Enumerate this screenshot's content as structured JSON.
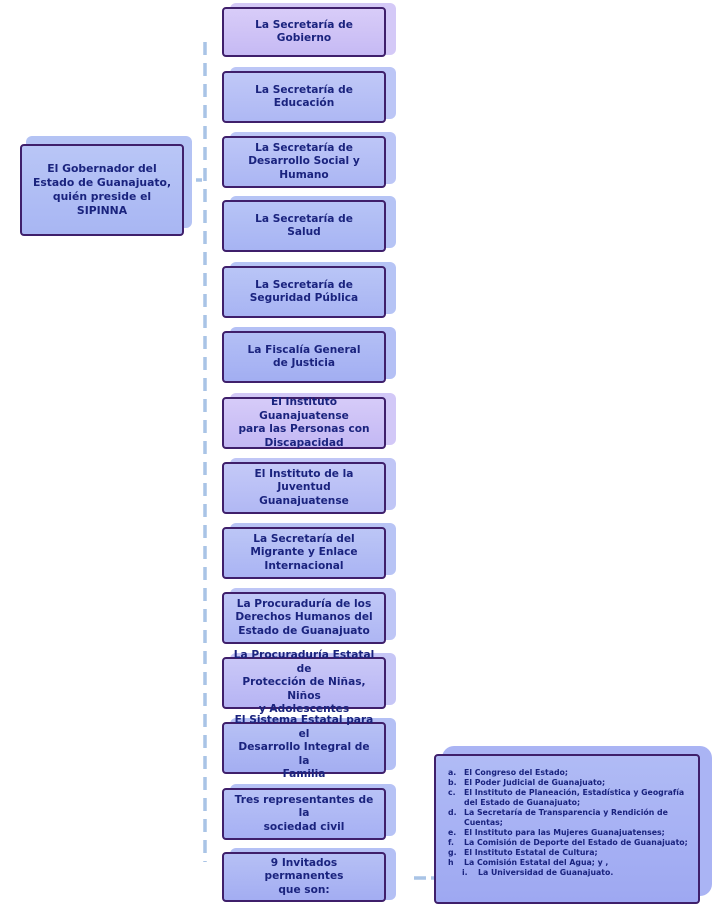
{
  "governor": {
    "text": "El Gobernador del Estado de Guanajuato, quién preside el SIPINNA"
  },
  "members": [
    {
      "text": "La Secretaría de\nGobierno"
    },
    {
      "text": "La Secretaría de\nEducación"
    },
    {
      "text": "La Secretaría de\nDesarrollo Social y\nHumano"
    },
    {
      "text": "La Secretaría de\nSalud"
    },
    {
      "text": "La Secretaría de\nSeguridad Pública"
    },
    {
      "text": "La Fiscalía General\nde Justicia"
    },
    {
      "text": "El Instituto Guanajuatense\npara las Personas con\nDiscapacidad"
    },
    {
      "text": "El Instituto de la\nJuventud Guanajuatense"
    },
    {
      "text": "La Secretaría del\nMigrante y Enlace\nInternacional"
    },
    {
      "text": "La Procuraduría de los\nDerechos Humanos del\nEstado de Guanajuato"
    },
    {
      "text": "La Procuraduría Estatal de\nProtección de Niñas, Niños\ny Adolescentes"
    },
    {
      "text": "El Sistema Estatal para el\nDesarrollo Integral de la\nFamilia"
    },
    {
      "text": "Tres representantes de la\nsociedad civil"
    },
    {
      "text": "9 Invitados permanentes\nque son:"
    }
  ],
  "invitees": [
    {
      "mark": "a.",
      "text": "El Congreso del Estado;"
    },
    {
      "mark": "b.",
      "text": "El Poder Judicial de Guanajuato;"
    },
    {
      "mark": "c.",
      "text": "El Instituto de Planeación, Estadística y Geografía del Estado de Guanajuato;"
    },
    {
      "mark": "d.",
      "text": "La Secretaría de Transparencia y Rendición de Cuentas;"
    },
    {
      "mark": "e.",
      "text": "El Instituto para las Mujeres Guanajuatenses;"
    },
    {
      "mark": "f.",
      "text": "La Comisión de Deporte del Estado de Guanajuato;"
    },
    {
      "mark": "g.",
      "text": "El Instituto Estatal de Cultura;"
    },
    {
      "mark": "h",
      "text": "La Comisión Estatal del Agua; y ,"
    },
    {
      "mark": "i.",
      "text": "La Universidad de Guanajuato."
    }
  ],
  "colors": {
    "border": "#3f1f6b",
    "text": "#1a237e",
    "connector": "#a9c4e6",
    "fill_blue_top": "#b7c3f6",
    "fill_blue_bottom": "#a6b2f4",
    "fill_lavender": "#cfc4f6"
  }
}
